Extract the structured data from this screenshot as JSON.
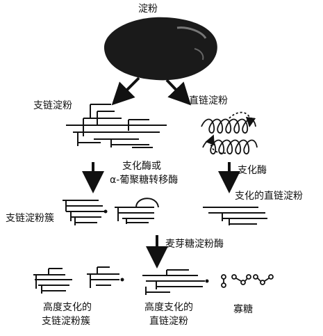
{
  "labels": {
    "starch": "淀粉",
    "amylopectin": "支链淀粉",
    "amylose": "直链淀粉",
    "enzyme_left_line1": "支化酶或",
    "enzyme_left_line2": "α-葡聚糖转移酶",
    "enzyme_right": "支化酶",
    "amylopectin_cluster": "支链淀粉簇",
    "branched_amylose": "支化的直链淀粉",
    "maltogenic_amylase": "麦芽糖淀粉酶",
    "highly_branched_cluster_line1": "高度支化的",
    "highly_branched_cluster_line2": "支链淀粉簇",
    "highly_branched_amylose_line1": "高度支化的",
    "highly_branched_amylose_line2": "直链淀粉",
    "oligosaccharides": "寡糖"
  },
  "colors": {
    "ink": "#111111",
    "granule": "#1a1a1a"
  }
}
